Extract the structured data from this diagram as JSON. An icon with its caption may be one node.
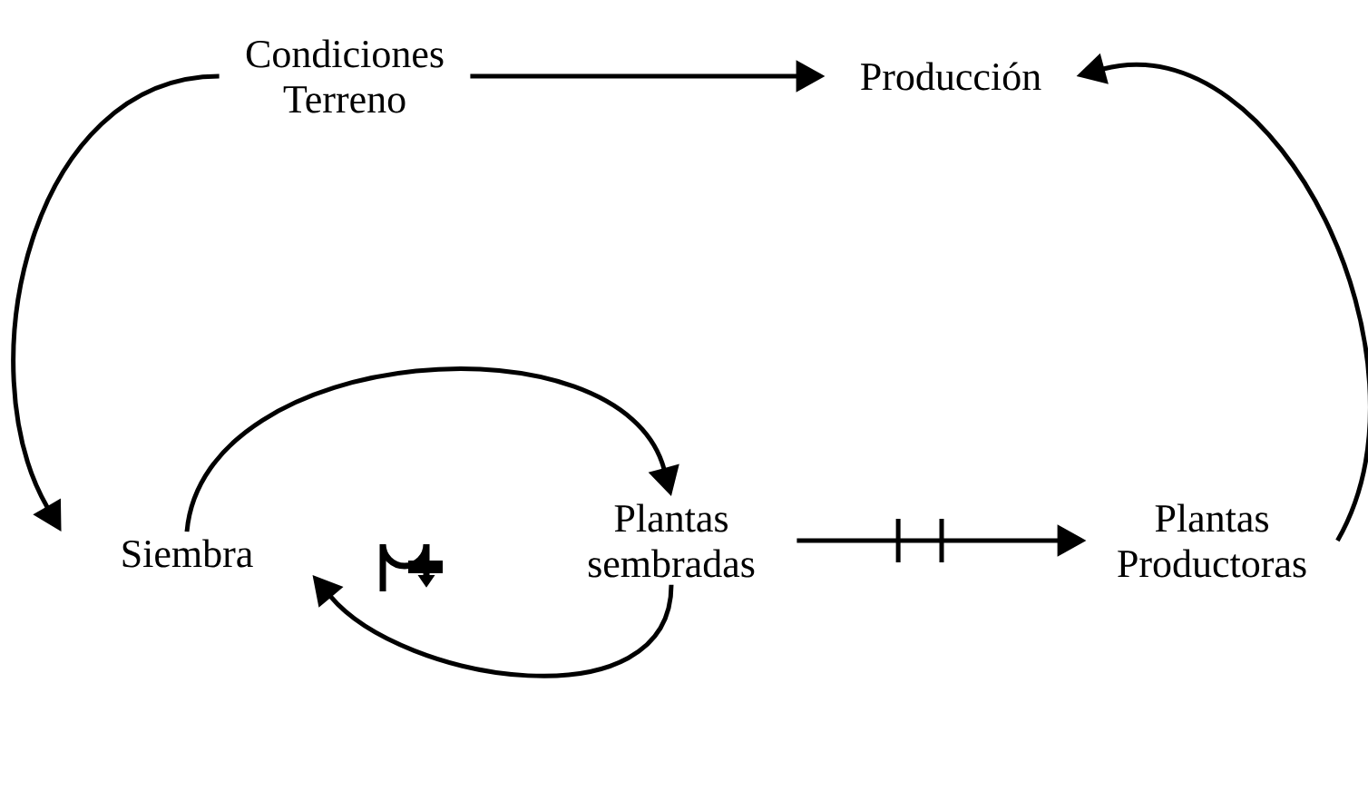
{
  "diagram": {
    "nodes": [
      {
        "text": [
          "Condiciones Terreno"
        ]
      },
      {
        "text": [
          "Producción"
        ]
      },
      {
        "text": [
          "Siembra"
        ]
      },
      {
        "text": [
          "Plantas sembradas"
        ]
      },
      {
        "text": [
          "Plantas Productoras"
        ]
      }
    ],
    "edges": [
      {
        "from": 0,
        "to": 1,
        "arrow": "to"
      },
      {
        "from": 0,
        "to": 2,
        "arrow": "to"
      },
      {
        "from": 2,
        "to": 3,
        "arrow": "to"
      },
      {
        "from": 3,
        "to": 2,
        "arrow": "to"
      },
      {
        "from": 3,
        "to": 4,
        "arrow": "to"
      },
      {
        "from": 4,
        "to": 1,
        "arrow": "to"
      }
    ]
  }
}
